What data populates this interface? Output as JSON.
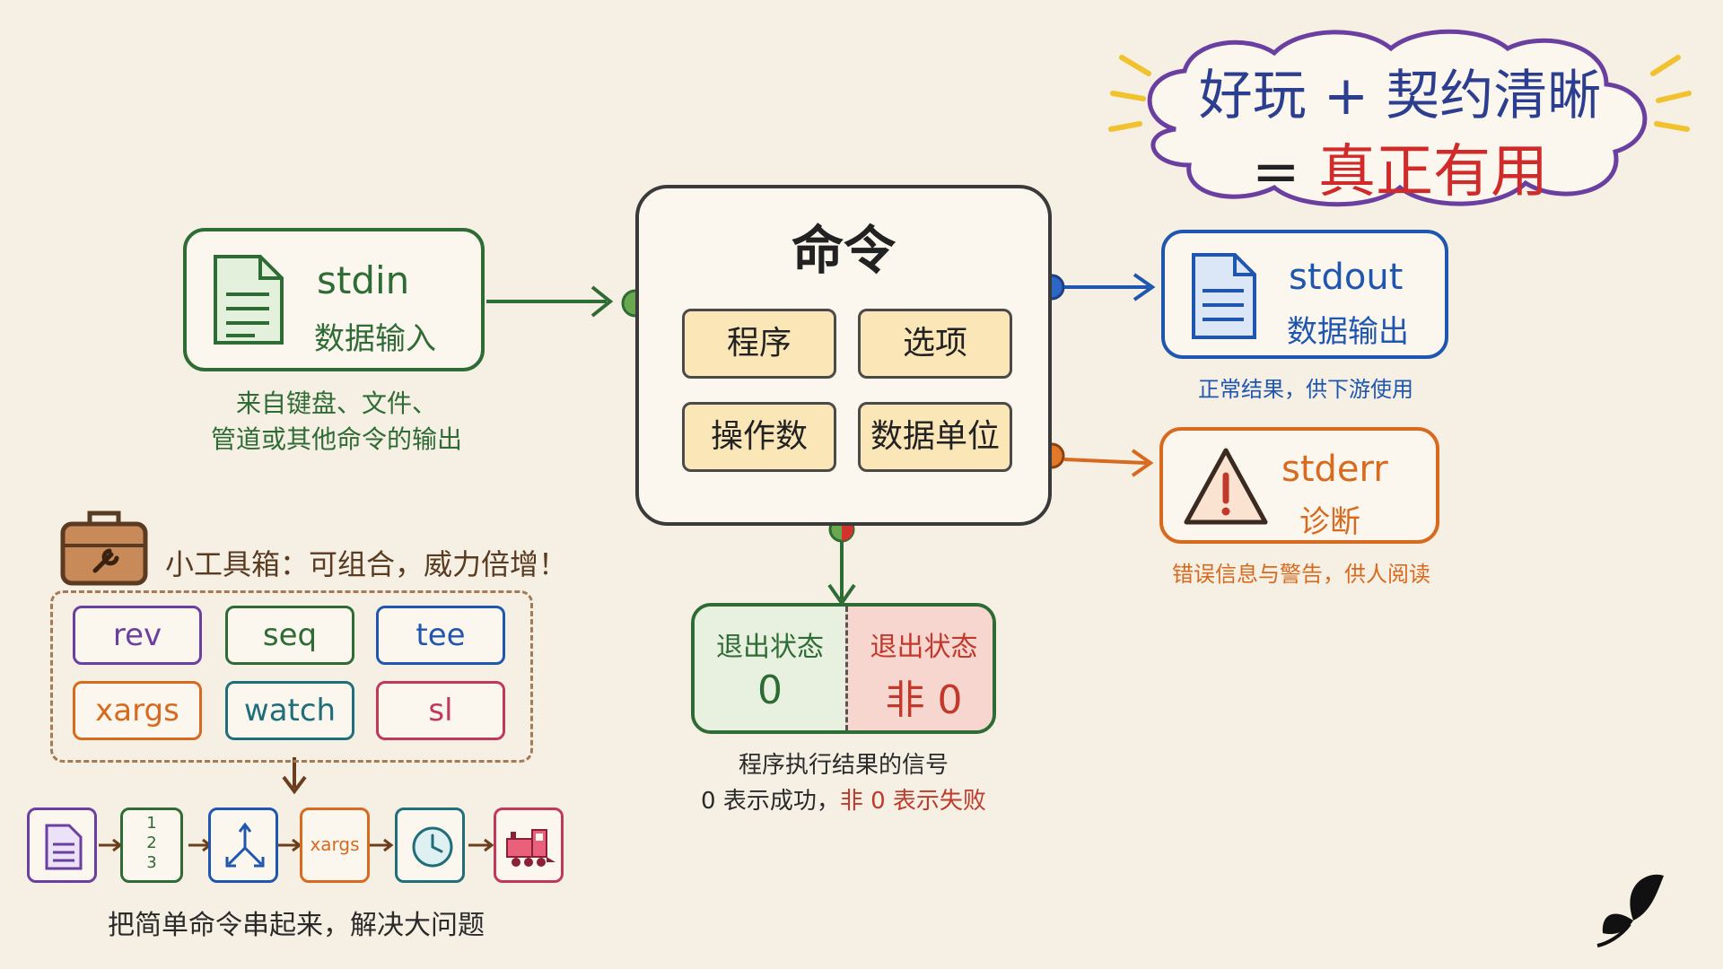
{
  "cloud": {
    "line1": "好玩 + 契约清晰",
    "line2": "= 真正有用"
  },
  "stdin": {
    "title": "stdin",
    "subtitle": "数据输入",
    "caption1": "来自键盘、文件、",
    "caption2": "管道或其他命令的输出"
  },
  "command": {
    "title": "命令",
    "params": [
      "程序",
      "选项",
      "操作数",
      "数据单位"
    ]
  },
  "stdout": {
    "title": "stdout",
    "subtitle": "数据输出",
    "caption": "正常结果，供下游使用"
  },
  "stderr": {
    "title": "stderr",
    "subtitle": "诊断",
    "caption": "错误信息与警告，供人阅读"
  },
  "exit": {
    "success_label": "退出状态",
    "success_value": "0",
    "failure_label": "退出状态",
    "failure_value": "非 0",
    "caption1": "程序执行结果的信号",
    "caption2_a": "0 表示成功，",
    "caption2_b": "非 0 表示失败"
  },
  "toolbox": {
    "title": "小工具箱：可组合，威力倍增！",
    "tools": [
      "rev",
      "seq",
      "tee",
      "xargs",
      "watch",
      "sl"
    ],
    "chain_xargs": "xargs",
    "chain_seq": "1 2 3",
    "chain_caption": "把简单命令串起来，解决大问题"
  },
  "colors": {
    "green": "#2f6b34",
    "blue": "#1f56b0",
    "orange": "#d86a1f",
    "red": "#d02a2a",
    "purple": "#6a3fa0",
    "teal": "#1f6e7a",
    "pink": "#c0395a"
  }
}
